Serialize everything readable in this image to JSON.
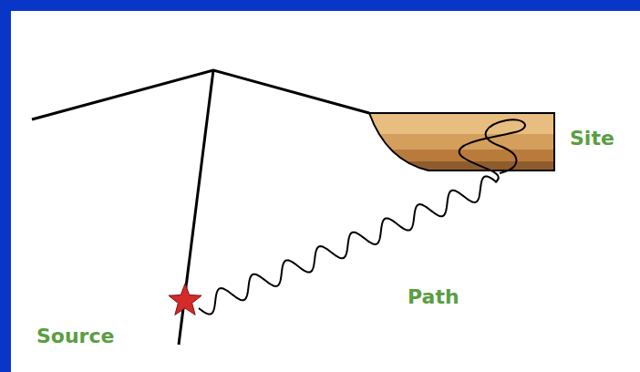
{
  "diagram": {
    "labels": [
      "Site",
      "Path",
      "Source"
    ]
  }
}
